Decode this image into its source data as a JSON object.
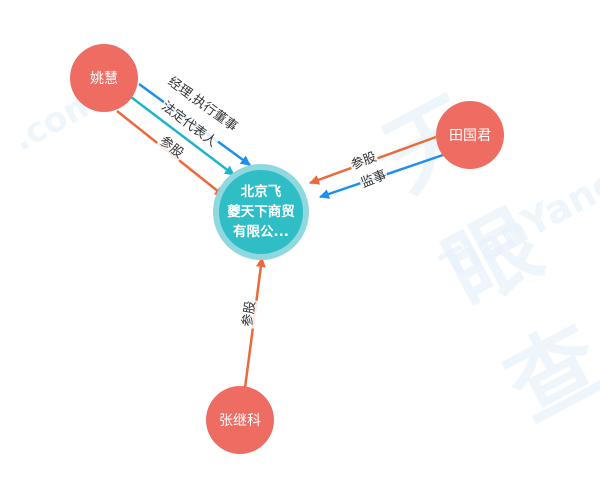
{
  "watermark": {
    "brand": "天眼查",
    "latin": "TianYancha",
    "domain": ".com"
  },
  "colors": {
    "person_node": "#ef6c63",
    "company_node": "#2fbdc6",
    "company_ring": "#8fd8e0",
    "edge_shareholder": "#ea6a3a",
    "edge_executive": "#1e8ef0",
    "edge_legal_rep": "#1fb5c8"
  },
  "center": {
    "label": "北京飞\n夔天下商贸\n有限公...",
    "lines": [
      "北京飞",
      "夔天下商贸",
      "有限公..."
    ]
  },
  "nodes": [
    {
      "id": "yao",
      "label": "姚慧"
    },
    {
      "id": "tian",
      "label": "田国君"
    },
    {
      "id": "zhang",
      "label": "张继科"
    }
  ],
  "edges": [
    {
      "from": "姚慧",
      "label": "经理,执行董事",
      "type": "executive"
    },
    {
      "from": "姚慧",
      "label": "法定代表人",
      "type": "legal_rep"
    },
    {
      "from": "姚慧",
      "label": "参股",
      "type": "shareholder"
    },
    {
      "from": "田国君",
      "label": "参股",
      "type": "shareholder"
    },
    {
      "from": "田国君",
      "label": "监事",
      "type": "executive"
    },
    {
      "from": "张继科",
      "label": "参股",
      "type": "shareholder"
    }
  ]
}
